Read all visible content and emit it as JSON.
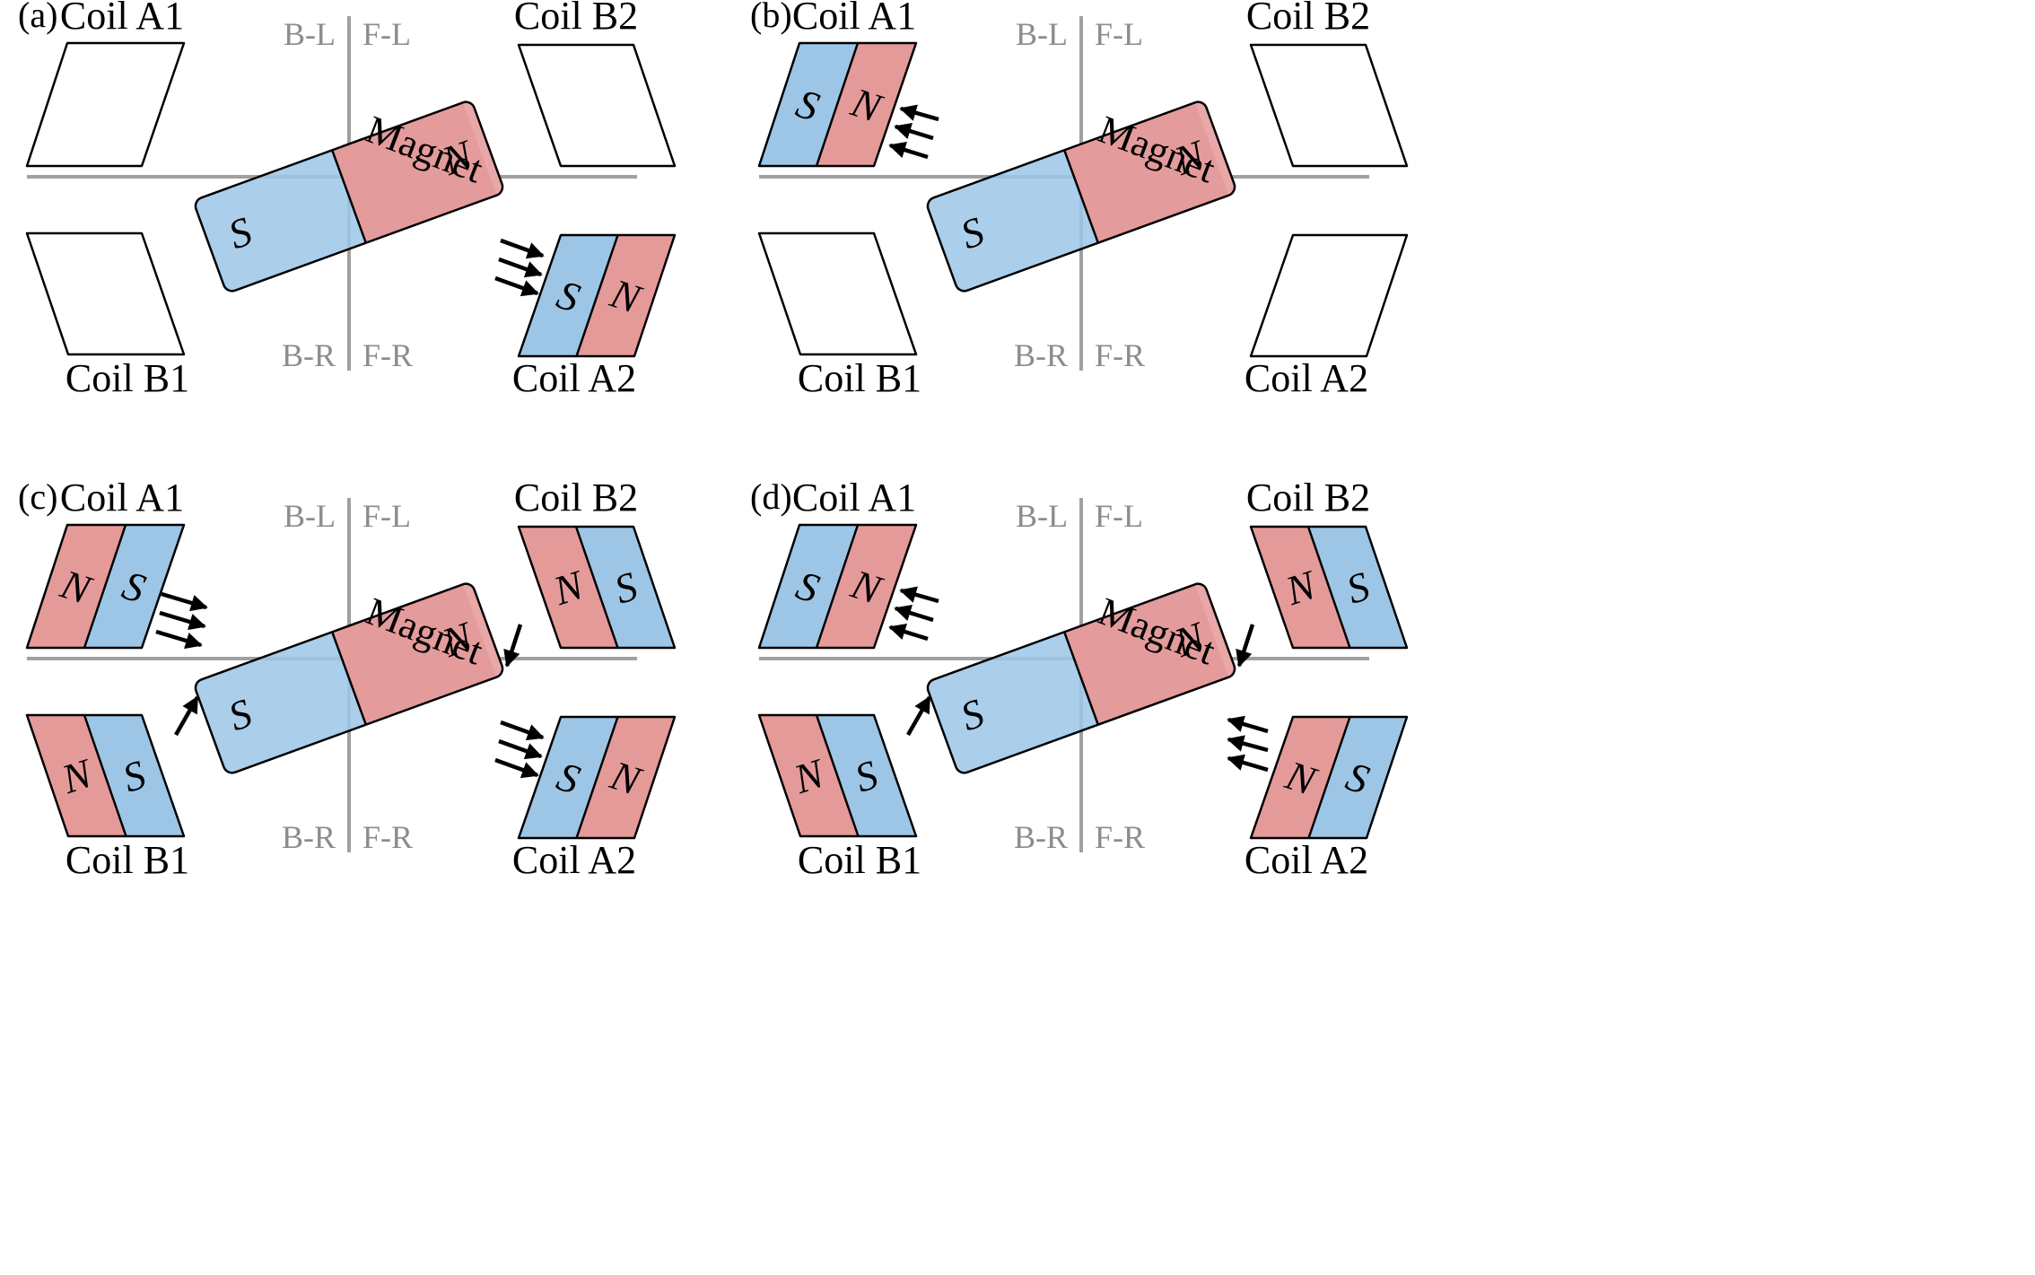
{
  "colors": {
    "south": "#9dc6e6",
    "north": "#e59a9a",
    "axis": "#a0a0a0",
    "quadrant_text": "#8c8c8c"
  },
  "labels": {
    "magnet": "Magnet",
    "south": "S",
    "north": "N",
    "quadrants": {
      "back_left": "B-L",
      "front_left": "F-L",
      "back_right": "B-R",
      "front_right": "F-R"
    },
    "coils": {
      "a1": "Coil A1",
      "b1": "Coil B1",
      "b2": "Coil B2",
      "a2": "Coil A2"
    }
  },
  "panels": [
    {
      "id": "a",
      "label": "(a)",
      "coils": {
        "a1": {
          "energized": false
        },
        "b1": {
          "energized": false
        },
        "b2": {
          "energized": false
        },
        "a2": {
          "energized": true,
          "inner_pole": "S",
          "outer_pole": "N"
        }
      },
      "forces": [
        "attract-a2"
      ]
    },
    {
      "id": "b",
      "label": "(b)",
      "coils": {
        "a1": {
          "energized": true,
          "outer_pole": "S",
          "inner_pole": "N"
        },
        "b1": {
          "energized": false
        },
        "b2": {
          "energized": false
        },
        "a2": {
          "energized": false
        }
      },
      "forces": [
        "repel-a1"
      ]
    },
    {
      "id": "c",
      "label": "(c)",
      "coils": {
        "a1": {
          "energized": true,
          "outer_pole": "N",
          "inner_pole": "S"
        },
        "b1": {
          "energized": true,
          "outer_pole": "N",
          "inner_pole": "S"
        },
        "b2": {
          "energized": true,
          "inner_pole": "N",
          "outer_pole": "S"
        },
        "a2": {
          "energized": true,
          "inner_pole": "S",
          "outer_pole": "N"
        }
      },
      "forces": [
        "repel-a1",
        "push-b1",
        "push-b2",
        "attract-a2"
      ]
    },
    {
      "id": "d",
      "label": "(d)",
      "coils": {
        "a1": {
          "energized": true,
          "outer_pole": "S",
          "inner_pole": "N"
        },
        "b1": {
          "energized": true,
          "outer_pole": "N",
          "inner_pole": "S"
        },
        "b2": {
          "energized": true,
          "inner_pole": "N",
          "outer_pole": "S"
        },
        "a2": {
          "energized": true,
          "inner_pole": "N",
          "outer_pole": "S"
        }
      },
      "forces": [
        "repel-a1",
        "push-b1",
        "push-b2",
        "repel-a2"
      ]
    }
  ]
}
